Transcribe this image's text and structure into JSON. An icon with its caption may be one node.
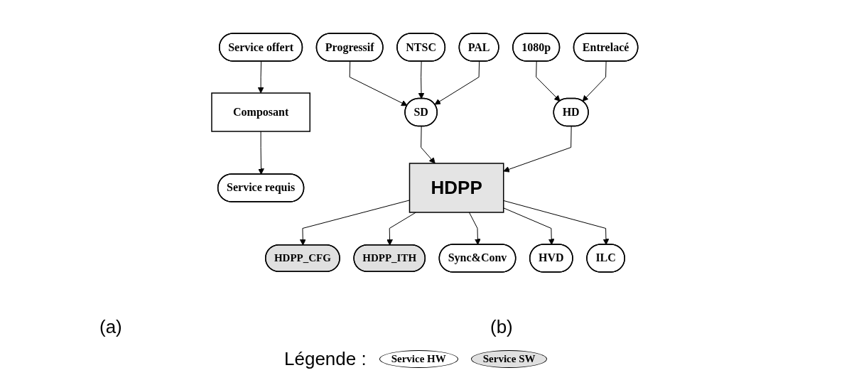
{
  "diagram": {
    "nodes": [
      {
        "text": [
          "Service offert"
        ]
      },
      {
        "text": [
          "Composant"
        ]
      },
      {
        "text": [
          "Service requis"
        ]
      },
      {
        "text": [
          "Progressif"
        ]
      },
      {
        "text": [
          "NTSC"
        ]
      },
      {
        "text": [
          "PAL"
        ]
      },
      {
        "text": [
          "1080p"
        ]
      },
      {
        "text": [
          "Entrelacé"
        ]
      },
      {
        "text": [
          "SD"
        ]
      },
      {
        "text": [
          "HD"
        ]
      },
      {
        "text": [
          "HDPP"
        ]
      },
      {
        "text": [
          "HDPP_CFG"
        ]
      },
      {
        "text": [
          "HDPP_ITH"
        ]
      },
      {
        "text": [
          "Sync&Conv"
        ]
      },
      {
        "text": [
          "HVD"
        ]
      },
      {
        "text": [
          "ILC"
        ]
      }
    ],
    "edges": [
      {
        "from": 0,
        "to": 1,
        "arrow": "to"
      },
      {
        "from": 1,
        "to": 2,
        "arrow": "to"
      },
      {
        "from": 3,
        "to": 8,
        "arrow": "to"
      },
      {
        "from": 4,
        "to": 8,
        "arrow": "to"
      },
      {
        "from": 5,
        "to": 8,
        "arrow": "to"
      },
      {
        "from": 6,
        "to": 9,
        "arrow": "to"
      },
      {
        "from": 7,
        "to": 9,
        "arrow": "to"
      },
      {
        "from": 8,
        "to": 10,
        "arrow": "to"
      },
      {
        "from": 9,
        "to": 10,
        "arrow": "to"
      },
      {
        "from": 10,
        "to": 11,
        "arrow": "to"
      },
      {
        "from": 10,
        "to": 12,
        "arrow": "to"
      },
      {
        "from": 10,
        "to": 13,
        "arrow": "to"
      },
      {
        "from": 10,
        "to": 14,
        "arrow": "to"
      },
      {
        "from": 10,
        "to": 15,
        "arrow": "to"
      }
    ],
    "labels": [
      "(a)",
      "(b)",
      "Légende :"
    ],
    "legend": [
      {
        "text": "Service HW",
        "color": "#ffffff"
      },
      {
        "text": "Service SW",
        "color": "#e0e0e0"
      }
    ]
  }
}
